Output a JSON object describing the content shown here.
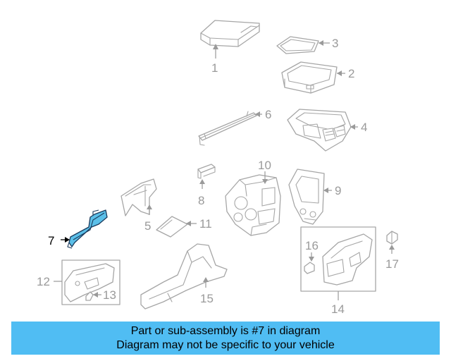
{
  "diagram": {
    "callouts": [
      {
        "id": "1",
        "label": "1"
      },
      {
        "id": "2",
        "label": "2"
      },
      {
        "id": "3",
        "label": "3"
      },
      {
        "id": "4",
        "label": "4"
      },
      {
        "id": "5",
        "label": "5"
      },
      {
        "id": "6",
        "label": "6"
      },
      {
        "id": "7",
        "label": "7"
      },
      {
        "id": "8",
        "label": "8"
      },
      {
        "id": "9",
        "label": "9"
      },
      {
        "id": "10",
        "label": "10"
      },
      {
        "id": "11",
        "label": "11"
      },
      {
        "id": "12",
        "label": "12"
      },
      {
        "id": "13",
        "label": "13"
      },
      {
        "id": "14",
        "label": "14"
      },
      {
        "id": "15",
        "label": "15"
      },
      {
        "id": "16",
        "label": "16"
      },
      {
        "id": "17",
        "label": "17"
      }
    ],
    "highlighted_part": "7",
    "colors": {
      "highlight_fill": "#5bbfe8",
      "highlight_outline": "#1a3a5c",
      "part_outline": "#a6a6a6",
      "callout_text": "#9a9a9a"
    }
  },
  "footer": {
    "line1": "Part or sub-assembly is #7 in diagram",
    "line2": "Diagram may not be specific to your vehicle",
    "background": "#50bdf3"
  }
}
